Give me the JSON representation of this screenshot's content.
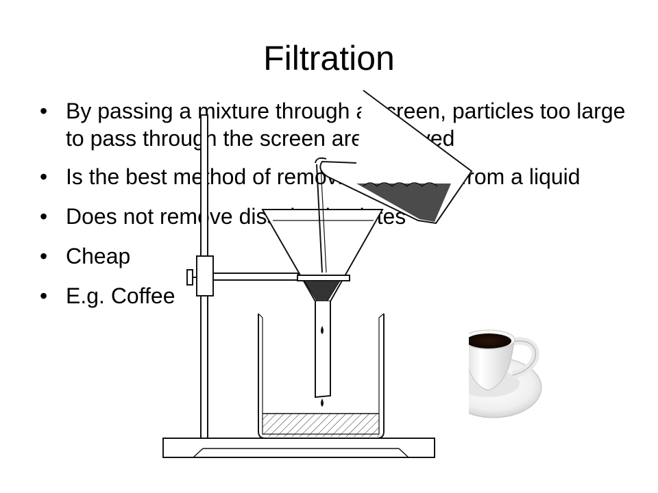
{
  "slide": {
    "title": "Filtration",
    "bullets": [
      {
        "marker": "•",
        "text": "By passing a mixture through a screen, particles too large to pass through the screen are removed"
      },
      {
        "marker": "•",
        "text": "Is the best method of removing particles from a liquid"
      },
      {
        "marker": "•",
        "text": "Does not remove dissolved solutes"
      },
      {
        "marker": "•",
        "text": "Cheap"
      },
      {
        "marker": "•",
        "text": "E.g. Coffee"
      }
    ]
  },
  "illustrations": {
    "apparatus": "filtration-apparatus-diagram",
    "photo": "coffee-cup-photo"
  },
  "colors": {
    "text": "#000000",
    "background": "#ffffff",
    "coffee": "#1a0d05",
    "cup": "#f4f4f4"
  }
}
